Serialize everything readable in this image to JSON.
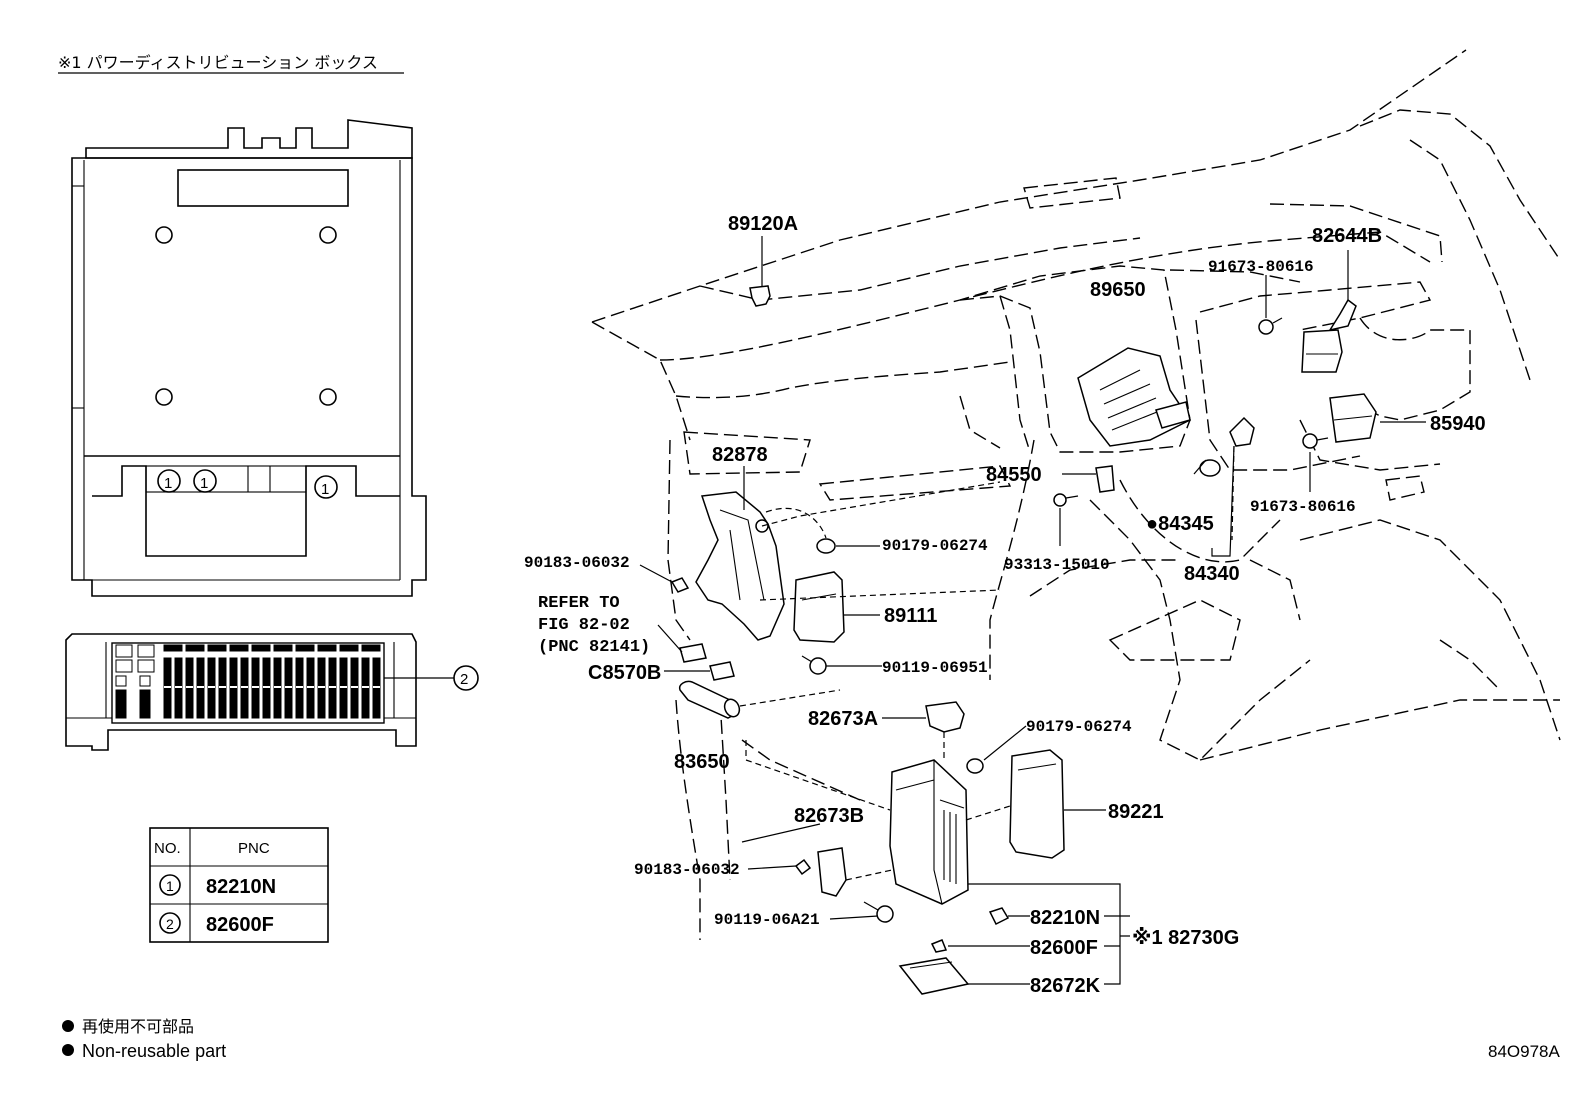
{
  "subdiagram": {
    "title": "※1 パワーディストリビューション ボックス",
    "callout_1": "1",
    "callout_2": "2"
  },
  "pnc_table": {
    "headers": [
      "NO.",
      "PNC"
    ],
    "rows": [
      {
        "no": "1",
        "pnc": "82210N"
      },
      {
        "no": "2",
        "pnc": "82600F"
      }
    ]
  },
  "parts": {
    "p89120A": "89120A",
    "p82644B": "82644B",
    "p91673_80616_top": "91673-80616",
    "p89650": "89650",
    "p85940": "85940",
    "p82878": "82878",
    "p84550": "84550",
    "p91673_80616_right": "91673-80616",
    "p84345": "●84345",
    "p90183_06032_left": "90183-06032",
    "p90179_06274_top": "90179-06274",
    "p93313_15010": "93313-15010",
    "p84340": "84340",
    "refer_line1": "REFER TO",
    "refer_line2": "FIG 82-02",
    "refer_line3": "(PNC 82141)",
    "p89111": "89111",
    "pC8570B": "C8570B",
    "p90119_06951": "90119-06951",
    "p82673A": "82673A",
    "p90179_06274_mid": "90179-06274",
    "p83650": "83650",
    "p89221": "89221",
    "p82673B": "82673B",
    "p90183_06032_bottom": "90183-06032",
    "p90119_06A21": "90119-06A21",
    "p82210N": "82210N",
    "p82600F": "82600F",
    "p82672K": "82672K",
    "p82730G": "※1 82730G"
  },
  "legend": {
    "jp": "再使用不可部品",
    "en": "Non-reusable part"
  },
  "figure_code": "84O978A"
}
